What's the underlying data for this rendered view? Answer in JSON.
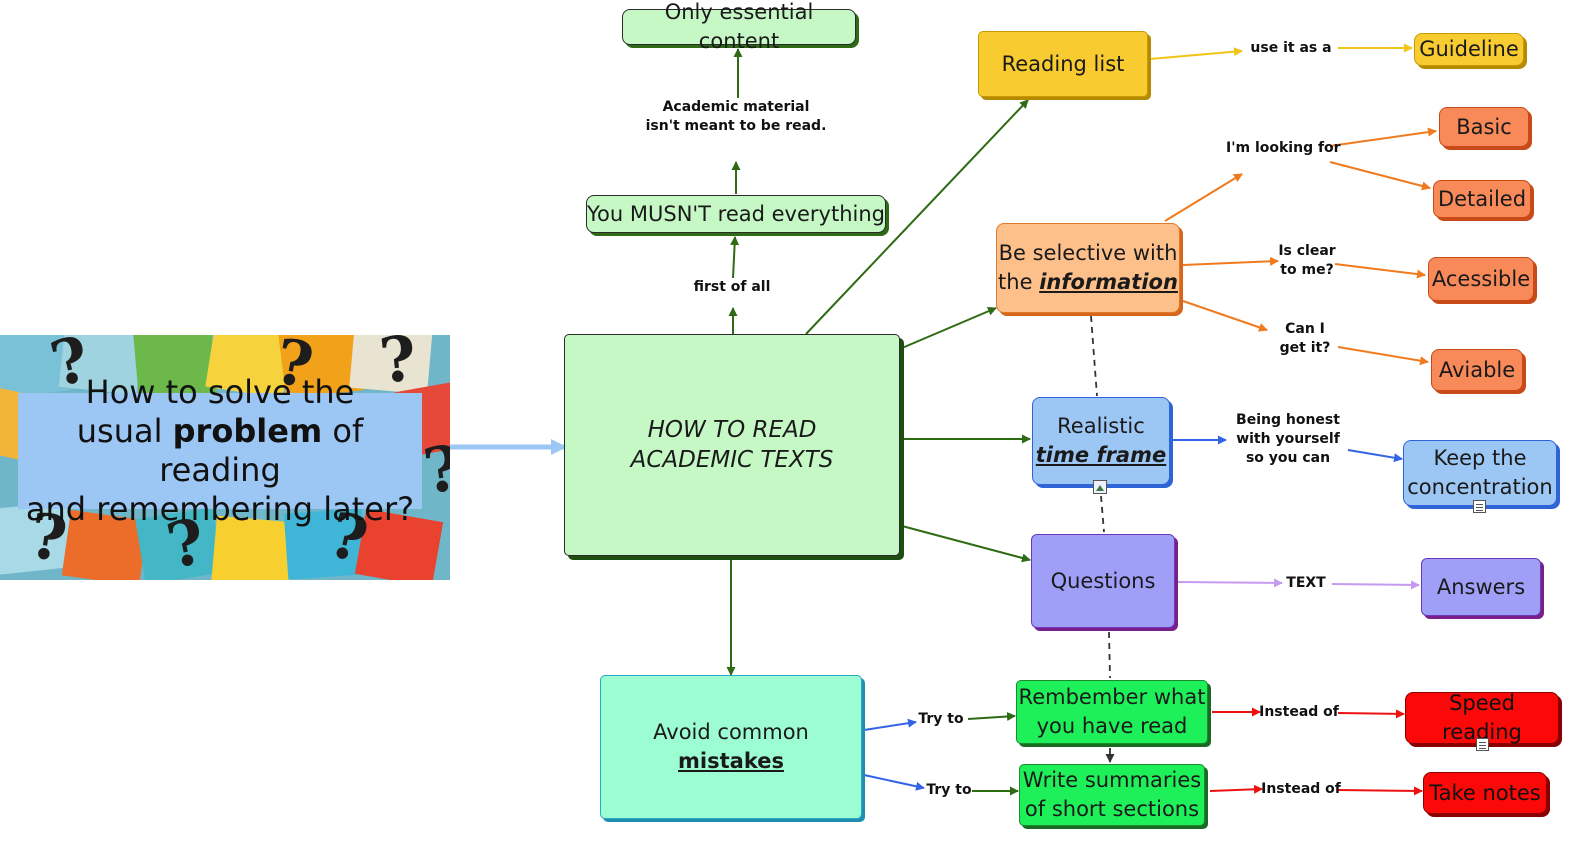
{
  "hero": {
    "line1": "How to solve the",
    "line2_pre": "usual ",
    "line2_bold": "problem",
    "line2_post": " of reading",
    "line3": "and remembering later?"
  },
  "central": {
    "line1": "HOW TO READ",
    "line2": "ACADEMIC TEXTS"
  },
  "nodes": {
    "musnt": "You MUSN'T read everything",
    "essential": "Only essential content",
    "reading_list": "Reading list",
    "guideline": "Guideline",
    "selective": {
      "line1": "Be selective with",
      "line2_pre": "the ",
      "line2_em": "information"
    },
    "basic": "Basic",
    "detailed": "Detailed",
    "accessible": "Acessible",
    "available": "Aviable",
    "timeframe": {
      "line1": "Realistic",
      "line2_em": "time frame"
    },
    "concentration": {
      "line1": "Keep the",
      "line2": "concentration"
    },
    "questions": "Questions",
    "answers": "Answers",
    "mistakes": {
      "pre": "Avoid common ",
      "em": "mistakes"
    },
    "remember": {
      "line1": "Rembember what",
      "line2": "you have read"
    },
    "summaries": {
      "line1": "Write summaries",
      "line2": "of short sections"
    },
    "speed": "Speed reading",
    "notes": "Take notes"
  },
  "labels": {
    "first_of_all": "first of all",
    "academic": {
      "line1": "Academic material",
      "line2": "isn't meant to be read."
    },
    "use_it": "use it as a",
    "looking_for": "I'm looking for",
    "is_clear": {
      "line1": "Is clear",
      "line2": "to me?"
    },
    "can_i": {
      "line1": "Can I",
      "line2": "get it?"
    },
    "honest": {
      "line1": "Being honest",
      "line2": "with yourself",
      "line3": "so you can"
    },
    "text": "TEXT",
    "try1": "Try to",
    "try2": "Try to",
    "instead1": "Instead of",
    "instead2": "Instead of"
  },
  "colors": {
    "green_line": "#2e6b14",
    "yellow_line": "#f2c418",
    "orange_line": "#f07a1e",
    "blue_line": "#3464e6",
    "purple_line": "#c69af0",
    "red_line": "#ee1111",
    "hero_arrow": "#9cc7f5"
  }
}
